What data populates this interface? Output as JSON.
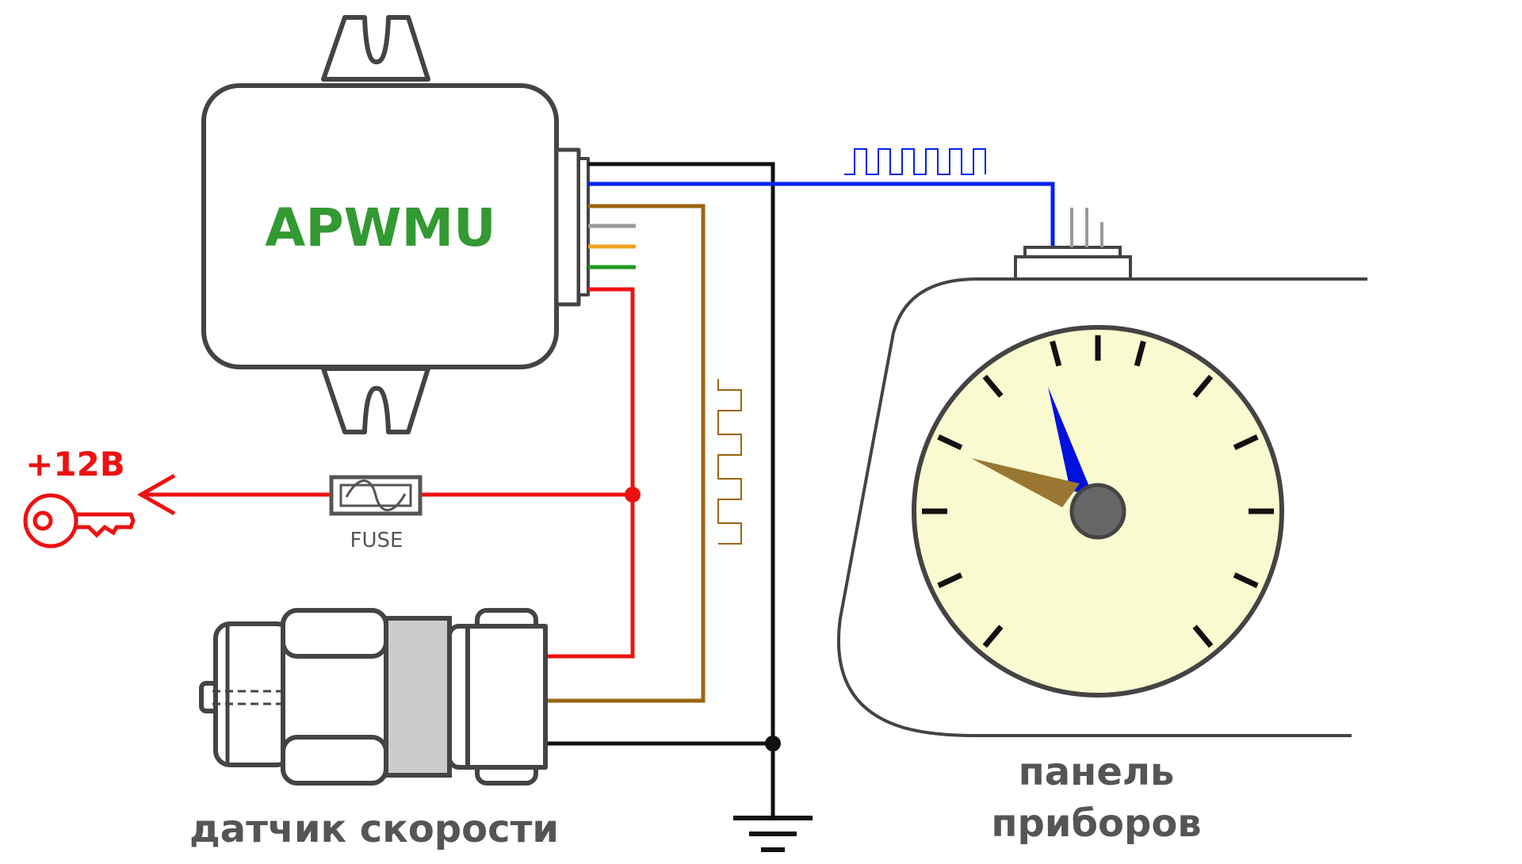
{
  "module": {
    "label": "APWMU"
  },
  "power": {
    "label": "+12В"
  },
  "fuse": {
    "label": "FUSE"
  },
  "sensor": {
    "label": "датчик скорости"
  },
  "dashboard": {
    "label_line1": "панель",
    "label_line2": "приборов"
  },
  "colors": {
    "module_label": "#339933",
    "power_wire": "#ee1111",
    "signal_wire": "#0022ee",
    "sensor_signal_wire": "#996611",
    "ground_wire": "#111111",
    "gauge_face": "#fafad0",
    "needle_main": "#0011dd",
    "needle_secondary": "#997733"
  },
  "icons": [
    "ignition-key-icon",
    "fuse-icon",
    "ground-symbol-icon",
    "pulse-signal-icon"
  ]
}
